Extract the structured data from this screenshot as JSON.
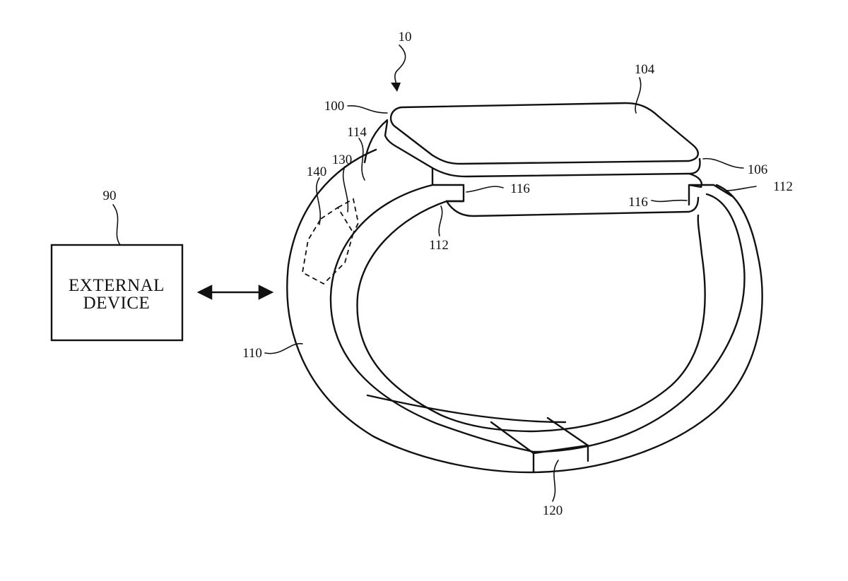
{
  "external_device": {
    "line1": "EXTERNAL",
    "line2": "DEVICE"
  },
  "reference_numerals": {
    "device_assembly": "10",
    "external_device": "90",
    "housing": "100",
    "display": "104",
    "side_wall": "106",
    "band": "110",
    "band_end_left": "112",
    "band_end_right": "112",
    "band_portion": "114",
    "lug_left": "116",
    "lug_right": "116",
    "clasp": "120",
    "component_130": "130",
    "component_140": "140"
  }
}
